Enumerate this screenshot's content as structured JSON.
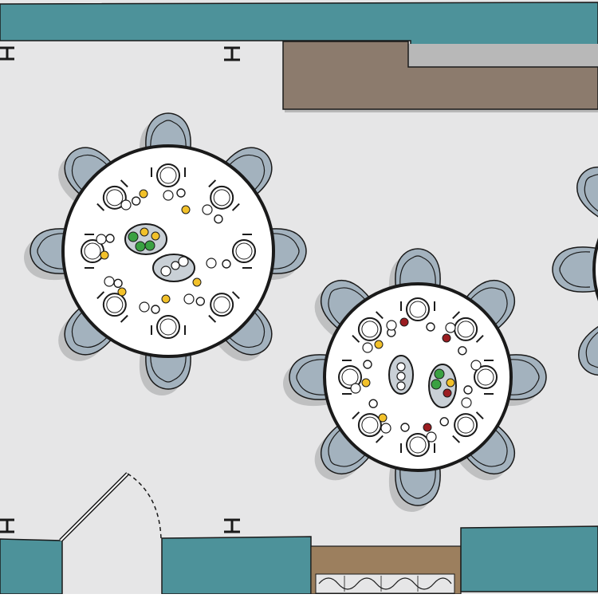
{
  "floor_plan": {
    "title": "",
    "colors": {
      "floor": "#e6e6e7",
      "wall": "#4d929a",
      "counter": "#8c7b6d",
      "wood_strip": "#9c7f5e",
      "chair": "#a3b2be",
      "chair_shadow": "#bfc0c1",
      "table_top": "#ffffff",
      "outline": "#1a1a1a",
      "yellow_item": "#f2c12a",
      "green_item": "#3aa142",
      "red_item": "#9b1d21",
      "platter": "#c9d0d6"
    },
    "walls": [
      "top-wall",
      "bottom-wall-left",
      "bottom-wall-middle",
      "bottom-wall-right"
    ],
    "door": {
      "type": "swing-door",
      "state": "open"
    },
    "columns": [
      "top-left",
      "top-center",
      "bottom-left",
      "bottom-center"
    ],
    "tables": [
      {
        "id": "table-1",
        "shape": "round",
        "seats": 8,
        "fully_visible": true
      },
      {
        "id": "table-2",
        "shape": "round",
        "seats": 8,
        "fully_visible": true
      },
      {
        "id": "table-3",
        "shape": "round",
        "seats": 8,
        "fully_visible": false
      }
    ],
    "furniture": [
      "counter",
      "radiator"
    ]
  }
}
